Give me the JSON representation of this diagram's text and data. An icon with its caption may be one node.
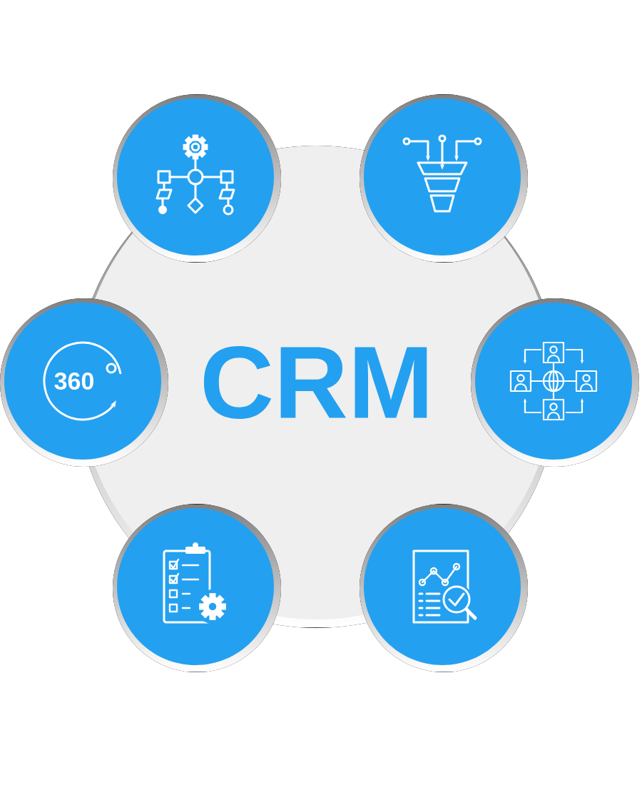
{
  "diagram": {
    "nodes": [
      {
        "text": [
          "CRM"
        ]
      },
      {
        "text": [],
        "shape": "circle"
      },
      {
        "text": [],
        "shape": "circle"
      },
      {
        "text": [
          "360"
        ]
      },
      {
        "text": [],
        "shape": "circle"
      },
      {
        "text": [],
        "shape": "circle"
      },
      {
        "text": [],
        "shape": "circle"
      }
    ]
  }
}
